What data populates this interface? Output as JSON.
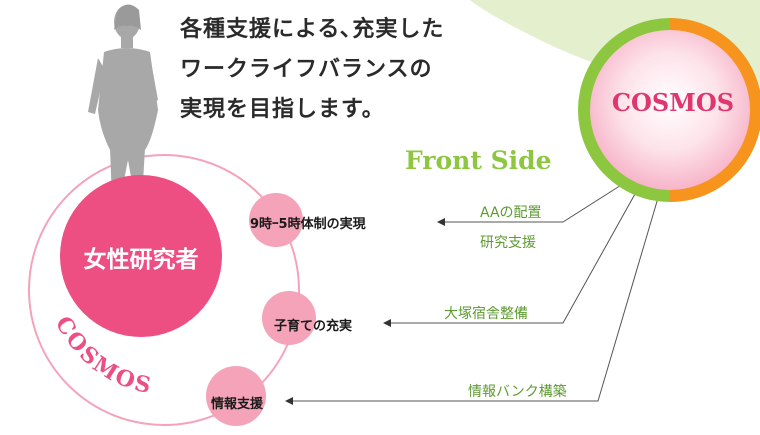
{
  "headline": {
    "line1": "各種支援による､充実した",
    "line2": "ワークライフバランスの",
    "line3": "実現を目指します。"
  },
  "front_side": "Front Side",
  "cosmos_logo": "COSMOS",
  "cosmos_arc_text": "COSMOS",
  "women_researcher": "女性研究者",
  "nodes": [
    {
      "label": "9時ｰ5時体制の実現"
    },
    {
      "label": "子育ての充実"
    },
    {
      "label": "情報支援"
    }
  ],
  "supports": [
    {
      "label": "AAの配置"
    },
    {
      "label": "研究支援"
    },
    {
      "label": "大塚宿舎整備"
    },
    {
      "label": "情報バンク構築"
    }
  ],
  "colors": {
    "pink_main": "#ed4f82",
    "pink_node": "#f4a3b9",
    "green": "#8dc63f",
    "orange": "#f7941d",
    "green_bg": "#e4efcd"
  },
  "icons": {
    "silhouette": "woman-silhouette-icon"
  }
}
